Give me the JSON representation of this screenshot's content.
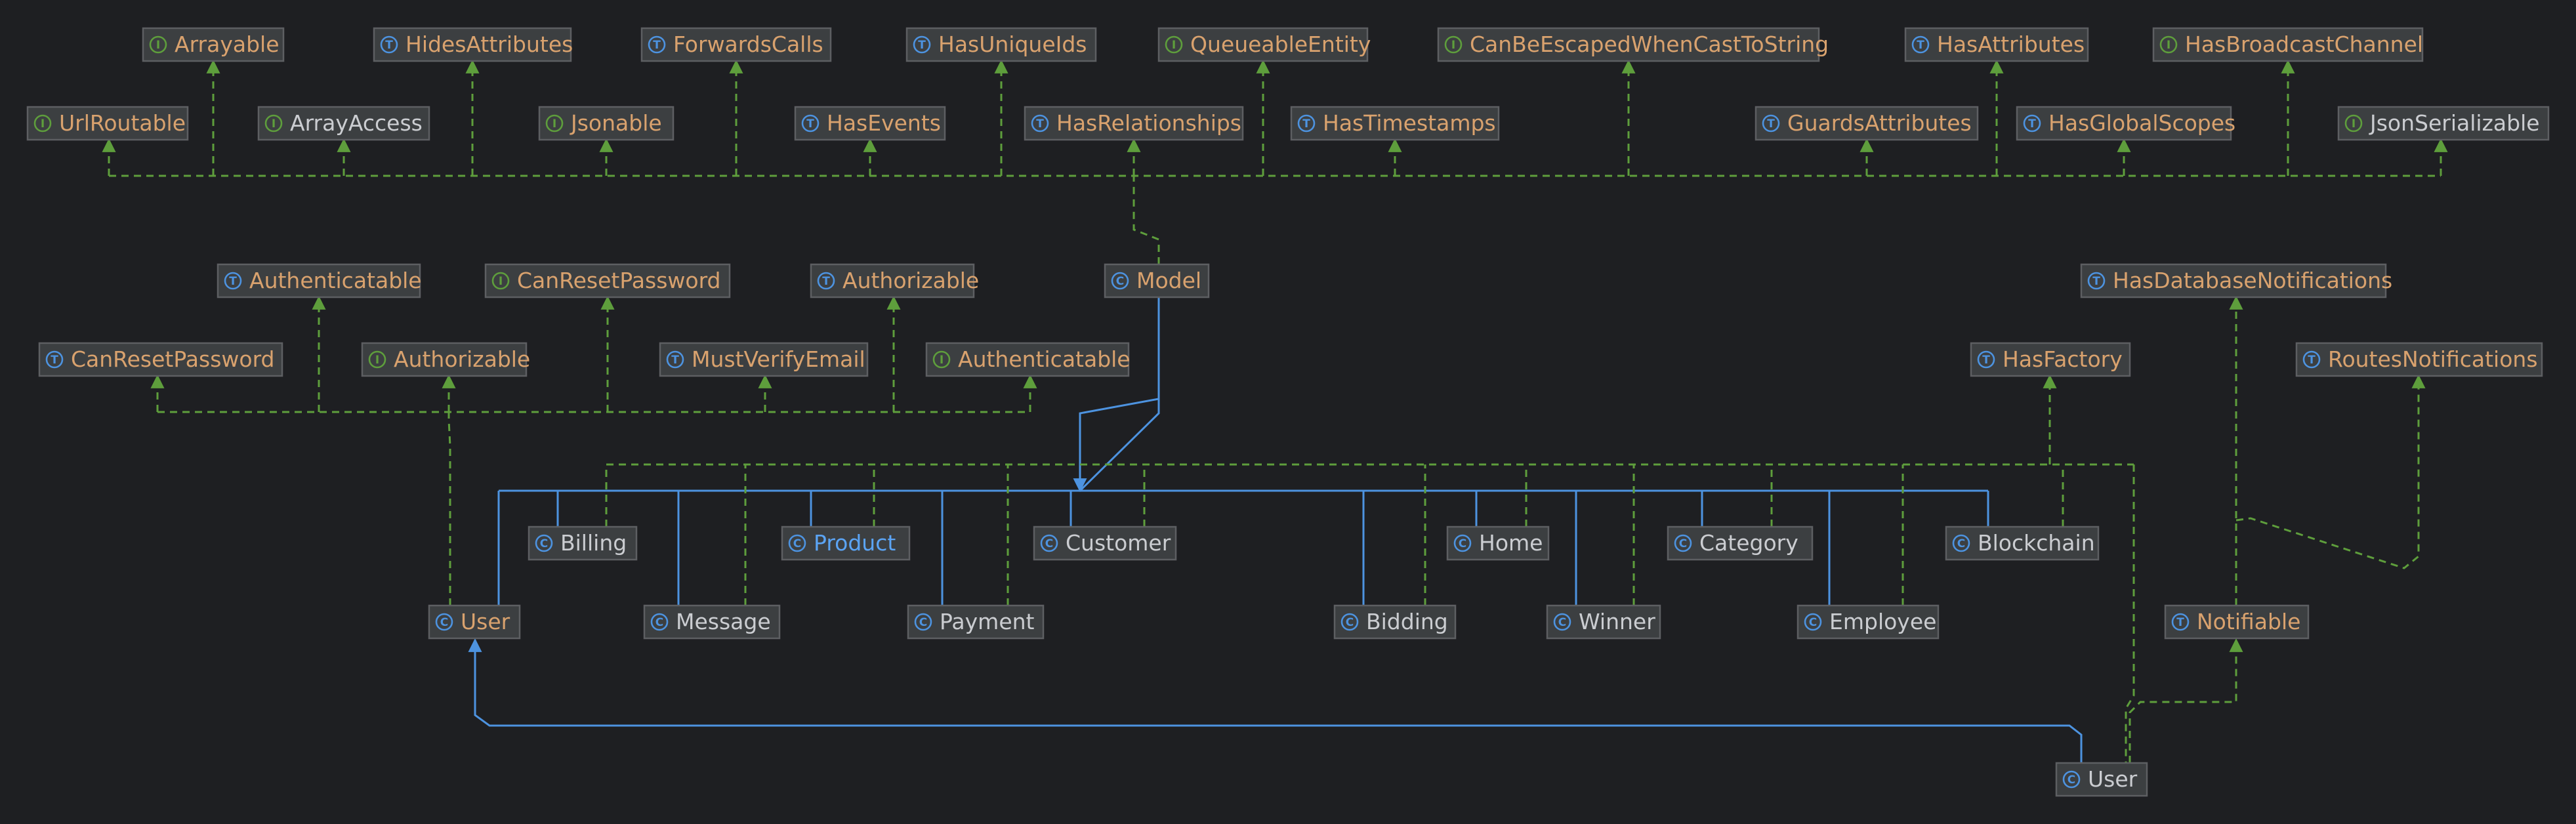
{
  "colors": {
    "background": "#1e1f22",
    "interface_icon": "#5e9e3c",
    "trait_icon": "#4d93e0",
    "class_icon": "#4d93e0",
    "label_orange": "#d9a26e",
    "label_gray": "#cbcdd1",
    "label_blue": "#5ba4f4",
    "implements_edge": "#5e9e3c",
    "extends_edge": "#4d93e0"
  },
  "icon_legend": {
    "I": "interface",
    "T": "trait",
    "C": "class"
  },
  "nodes": {
    "arrayable": {
      "label": "Arrayable",
      "kind": "interface"
    },
    "hidesattributes": {
      "label": "HidesAttributes",
      "kind": "trait"
    },
    "forwardscalls": {
      "label": "ForwardsCalls",
      "kind": "trait"
    },
    "hasuniqueids": {
      "label": "HasUniqueIds",
      "kind": "trait"
    },
    "queueableentity": {
      "label": "QueueableEntity",
      "kind": "interface"
    },
    "canbeescaped": {
      "label": "CanBeEscapedWhenCastToString",
      "kind": "interface"
    },
    "hasattributes": {
      "label": "HasAttributes",
      "kind": "trait"
    },
    "hasbroadcastchannel": {
      "label": "HasBroadcastChannel",
      "kind": "interface"
    },
    "urlroutable": {
      "label": "UrlRoutable",
      "kind": "interface"
    },
    "arrayaccess": {
      "label": "ArrayAccess",
      "kind": "interface"
    },
    "jsonable": {
      "label": "Jsonable",
      "kind": "interface"
    },
    "hasevents": {
      "label": "HasEvents",
      "kind": "trait"
    },
    "hasrelationships": {
      "label": "HasRelationships",
      "kind": "trait"
    },
    "hastimestamps": {
      "label": "HasTimestamps",
      "kind": "trait"
    },
    "guardsattributes": {
      "label": "GuardsAttributes",
      "kind": "trait"
    },
    "hasglobalscopes": {
      "label": "HasGlobalScopes",
      "kind": "trait"
    },
    "jsonserializable": {
      "label": "JsonSerializable",
      "kind": "interface"
    },
    "authenticatable_t": {
      "label": "Authenticatable",
      "kind": "trait"
    },
    "canresetpassword_i": {
      "label": "CanResetPassword",
      "kind": "interface"
    },
    "authorizable_t": {
      "label": "Authorizable",
      "kind": "trait"
    },
    "model": {
      "label": "Model",
      "kind": "class"
    },
    "hasdatabasenotifications": {
      "label": "HasDatabaseNotifications",
      "kind": "trait"
    },
    "canresetpassword_t": {
      "label": "CanResetPassword",
      "kind": "trait"
    },
    "authorizable_i": {
      "label": "Authorizable",
      "kind": "interface"
    },
    "mustverifyemail": {
      "label": "MustVerifyEmail",
      "kind": "trait"
    },
    "authenticatable_i": {
      "label": "Authenticatable",
      "kind": "interface"
    },
    "hasfactory": {
      "label": "HasFactory",
      "kind": "trait"
    },
    "routesnotifications": {
      "label": "RoutesNotifications",
      "kind": "trait"
    },
    "billing": {
      "label": "Billing",
      "kind": "class"
    },
    "product": {
      "label": "Product",
      "kind": "class"
    },
    "customer": {
      "label": "Customer",
      "kind": "class"
    },
    "home": {
      "label": "Home",
      "kind": "class"
    },
    "category": {
      "label": "Category",
      "kind": "class"
    },
    "blockchain": {
      "label": "Blockchain",
      "kind": "class"
    },
    "user_model": {
      "label": "User",
      "kind": "class"
    },
    "message": {
      "label": "Message",
      "kind": "class"
    },
    "payment": {
      "label": "Payment",
      "kind": "class"
    },
    "bidding": {
      "label": "Bidding",
      "kind": "class"
    },
    "winner": {
      "label": "Winner",
      "kind": "class"
    },
    "employee": {
      "label": "Employee",
      "kind": "class"
    },
    "notifiable": {
      "label": "Notifiable",
      "kind": "trait"
    },
    "user_auth": {
      "label": "User",
      "kind": "class"
    }
  },
  "edges": [
    {
      "from": "model",
      "to": "arrayable",
      "type": "implements"
    },
    {
      "from": "model",
      "to": "hidesattributes",
      "type": "uses"
    },
    {
      "from": "model",
      "to": "forwardscalls",
      "type": "uses"
    },
    {
      "from": "model",
      "to": "hasuniqueids",
      "type": "uses"
    },
    {
      "from": "model",
      "to": "queueableentity",
      "type": "implements"
    },
    {
      "from": "model",
      "to": "canbeescaped",
      "type": "implements"
    },
    {
      "from": "model",
      "to": "hasattributes",
      "type": "uses"
    },
    {
      "from": "model",
      "to": "hasbroadcastchannel",
      "type": "implements"
    },
    {
      "from": "model",
      "to": "urlroutable",
      "type": "implements"
    },
    {
      "from": "model",
      "to": "arrayaccess",
      "type": "implements"
    },
    {
      "from": "model",
      "to": "jsonable",
      "type": "implements"
    },
    {
      "from": "model",
      "to": "hasevents",
      "type": "uses"
    },
    {
      "from": "model",
      "to": "hasrelationships",
      "type": "uses"
    },
    {
      "from": "model",
      "to": "hastimestamps",
      "type": "uses"
    },
    {
      "from": "model",
      "to": "guardsattributes",
      "type": "uses"
    },
    {
      "from": "model",
      "to": "hasglobalscopes",
      "type": "uses"
    },
    {
      "from": "model",
      "to": "jsonserializable",
      "type": "implements"
    },
    {
      "from": "billing",
      "to": "model",
      "type": "extends"
    },
    {
      "from": "product",
      "to": "model",
      "type": "extends"
    },
    {
      "from": "customer",
      "to": "model",
      "type": "extends"
    },
    {
      "from": "home",
      "to": "model",
      "type": "extends"
    },
    {
      "from": "category",
      "to": "model",
      "type": "extends"
    },
    {
      "from": "blockchain",
      "to": "model",
      "type": "extends"
    },
    {
      "from": "user_model",
      "to": "model",
      "type": "extends"
    },
    {
      "from": "message",
      "to": "model",
      "type": "extends"
    },
    {
      "from": "payment",
      "to": "model",
      "type": "extends"
    },
    {
      "from": "bidding",
      "to": "model",
      "type": "extends"
    },
    {
      "from": "winner",
      "to": "model",
      "type": "extends"
    },
    {
      "from": "employee",
      "to": "model",
      "type": "extends"
    },
    {
      "from": "billing",
      "to": "hasfactory",
      "type": "uses"
    },
    {
      "from": "product",
      "to": "hasfactory",
      "type": "uses"
    },
    {
      "from": "customer",
      "to": "hasfactory",
      "type": "uses"
    },
    {
      "from": "home",
      "to": "hasfactory",
      "type": "uses"
    },
    {
      "from": "category",
      "to": "hasfactory",
      "type": "uses"
    },
    {
      "from": "blockchain",
      "to": "hasfactory",
      "type": "uses"
    },
    {
      "from": "message",
      "to": "hasfactory",
      "type": "uses"
    },
    {
      "from": "payment",
      "to": "hasfactory",
      "type": "uses"
    },
    {
      "from": "bidding",
      "to": "hasfactory",
      "type": "uses"
    },
    {
      "from": "winner",
      "to": "hasfactory",
      "type": "uses"
    },
    {
      "from": "employee",
      "to": "hasfactory",
      "type": "uses"
    },
    {
      "from": "user_auth",
      "to": "hasfactory",
      "type": "uses"
    },
    {
      "from": "user_model",
      "to": "authenticatable_t",
      "type": "uses"
    },
    {
      "from": "user_model",
      "to": "canresetpassword_i",
      "type": "implements"
    },
    {
      "from": "user_model",
      "to": "authorizable_t",
      "type": "uses"
    },
    {
      "from": "user_model",
      "to": "canresetpassword_t",
      "type": "uses"
    },
    {
      "from": "user_model",
      "to": "authorizable_i",
      "type": "implements"
    },
    {
      "from": "user_model",
      "to": "mustverifyemail",
      "type": "uses"
    },
    {
      "from": "user_model",
      "to": "authenticatable_i",
      "type": "implements"
    },
    {
      "from": "user_auth",
      "to": "user_model",
      "type": "extends"
    },
    {
      "from": "user_auth",
      "to": "notifiable",
      "type": "uses"
    },
    {
      "from": "notifiable",
      "to": "hasdatabasenotifications",
      "type": "uses"
    },
    {
      "from": "notifiable",
      "to": "routesnotifications",
      "type": "uses"
    }
  ]
}
